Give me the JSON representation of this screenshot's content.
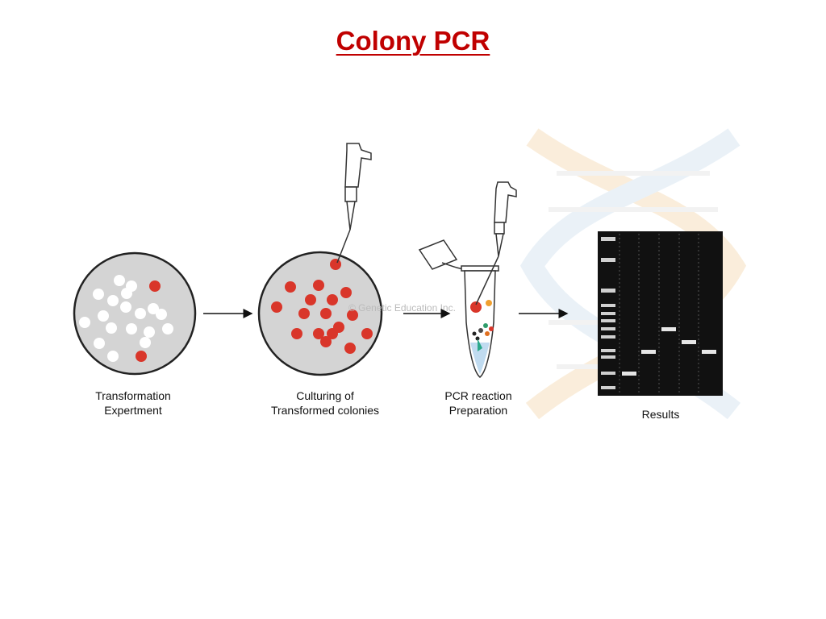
{
  "title": "Colony PCR",
  "watermark": "© Genetic Education Inc.",
  "steps": [
    {
      "caption_line1": "Transformation",
      "caption_line2": "Expertment"
    },
    {
      "caption_line1": "Culturing of",
      "caption_line2": "Transformed colonies"
    },
    {
      "caption_line1": "PCR reaction",
      "caption_line2": "Preparation"
    },
    {
      "caption_line1": "Results",
      "caption_line2": ""
    }
  ],
  "colors": {
    "title": "#c00000",
    "colony_red": "#d9362a",
    "colony_white": "#ffffff",
    "plate_fill": "#d4d4d4",
    "gel_background": "#111111",
    "band": "#e6e6e6"
  }
}
